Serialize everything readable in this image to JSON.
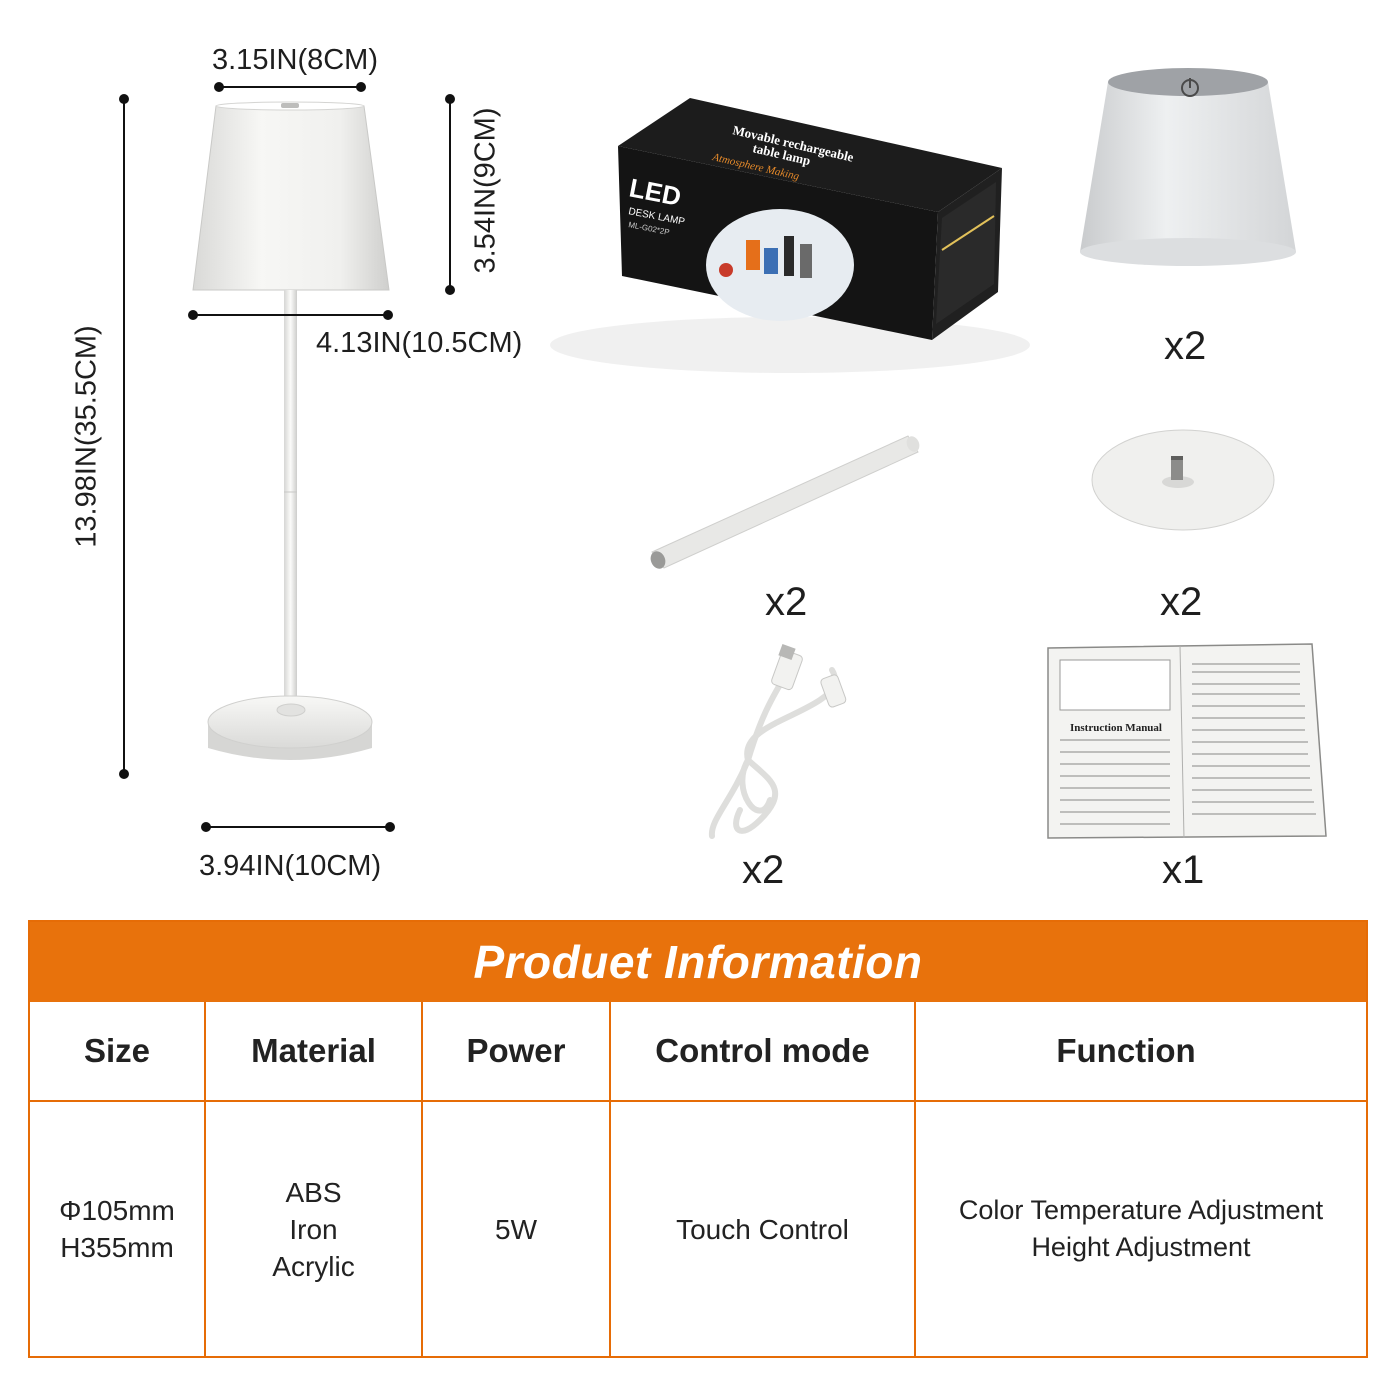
{
  "dimensions": {
    "shade_top_width": "3.15IN(8CM)",
    "shade_height": "3.54IN(9CM)",
    "shade_bottom_width": "4.13IN(10.5CM)",
    "total_height": "13.98IN(35.5CM)",
    "base_width": "3.94IN(10CM)"
  },
  "package": {
    "box_brand": "LED",
    "box_subtitle": "DESK LAMP",
    "box_model": "ML-G02*2P",
    "box_tagline_1": "Movable rechargeable",
    "box_tagline_2": "table lamp",
    "box_tagline_3": "Atmosphere Making",
    "shade_qty": "x2",
    "pole_qty": "x2",
    "base_qty": "x2",
    "cable_qty": "x2",
    "manual_qty": "x1",
    "manual_title": "Instruction Manual"
  },
  "product_info": {
    "title": "Produet Information",
    "headers": [
      "Size",
      "Material",
      "Power",
      "Control mode",
      "Function"
    ],
    "values": [
      [
        "Φ105mm",
        "H355mm"
      ],
      [
        "ABS",
        "Iron",
        "Acrylic"
      ],
      [
        "5W"
      ],
      [
        "Touch Control"
      ],
      [
        "Color Temperature Adjustment",
        "Height Adjustment"
      ]
    ]
  },
  "colors": {
    "accent_orange": "#e8720c",
    "lamp_white": "#f2f2f0",
    "box_black": "#161616"
  }
}
